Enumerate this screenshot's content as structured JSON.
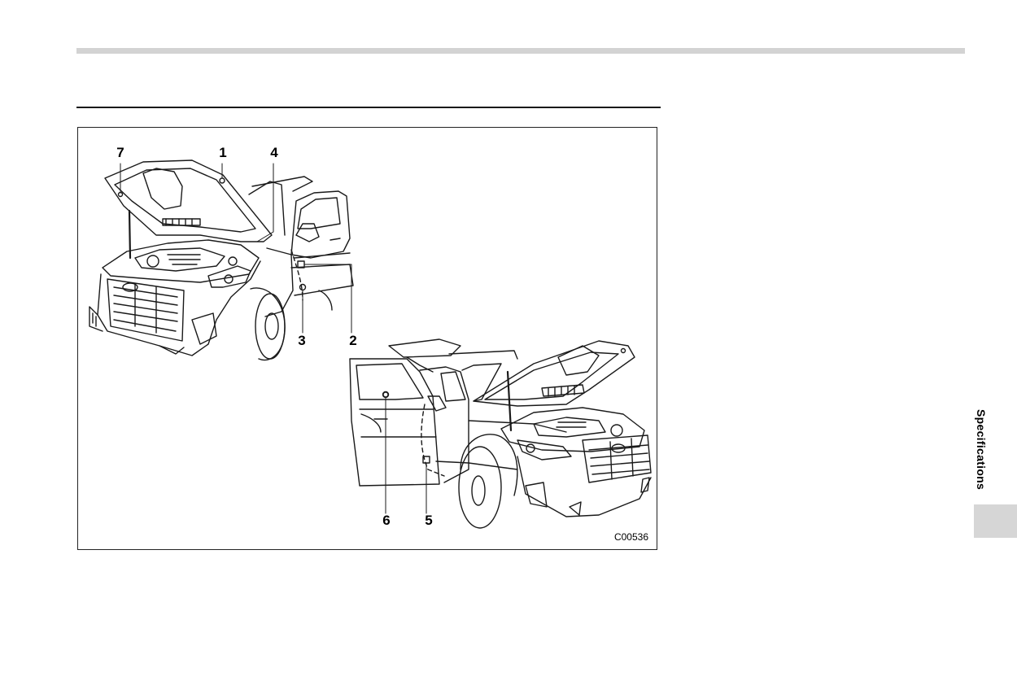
{
  "figure": {
    "callouts": [
      {
        "id": "7",
        "label": "7"
      },
      {
        "id": "1",
        "label": "1"
      },
      {
        "id": "4",
        "label": "4"
      },
      {
        "id": "3",
        "label": "3"
      },
      {
        "id": "2",
        "label": "2"
      },
      {
        "id": "6",
        "label": "6"
      },
      {
        "id": "5",
        "label": "5"
      }
    ],
    "code": "C00536"
  },
  "side_tab": {
    "label": "Specifications"
  }
}
